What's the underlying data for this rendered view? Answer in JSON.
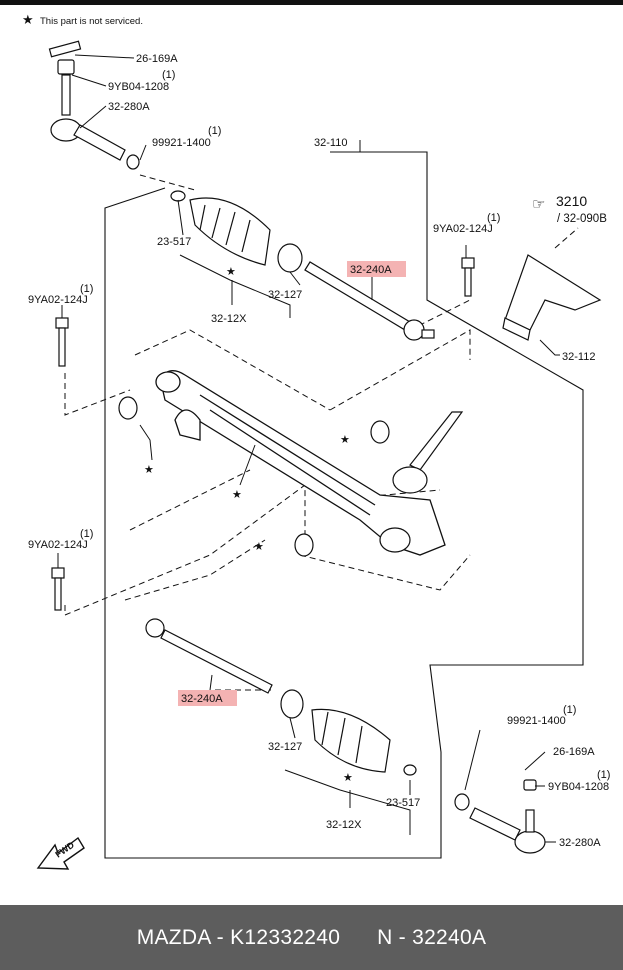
{
  "note": {
    "star": "★",
    "text": "This part is not serviced."
  },
  "labels": {
    "l_26_169a_top": "26-169A",
    "l_9yb04_top": "9YB04-1208",
    "l_9yb04_top_qty": "(1)",
    "l_32_280a_top": "32-280A",
    "l_99921_top": "99921-1400",
    "l_99921_top_qty": "(1)",
    "l_32_110": "32-110",
    "l_3210": "3210",
    "l_32_090b": "/ 32-090B",
    "l_9ya02_right": "9YA02-124J",
    "l_9ya02_right_qty": "(1)",
    "l_23_517_top": "23-517",
    "l_32_240a_top": "32-240A",
    "l_9ya02_left": "9YA02-124J",
    "l_9ya02_left_qty": "(1)",
    "l_32_127_top": "32-127",
    "l_32_12x_top": "32-12X",
    "l_32_112": "32-112",
    "l_9ya02_low": "9YA02-124J",
    "l_9ya02_low_qty": "(1)",
    "l_32_240a_bottom": "32-240A",
    "l_99921_bottom": "99921-1400",
    "l_99921_bottom_qty": "(1)",
    "l_32_127_bottom": "32-127",
    "l_26_169a_bottom": "26-169A",
    "l_9yb04_bottom": "9YB04-1208",
    "l_9yb04_bottom_qty": "(1)",
    "l_23_517_bottom": "23-517",
    "l_32_12x_bottom": "32-12X",
    "l_32_280a_bottom": "32-280A",
    "fwd": "FWD"
  },
  "highlight_color": "#f4b3b3",
  "footer": {
    "brand": "MAZDA - K12332240",
    "code": "N - 32240A"
  }
}
